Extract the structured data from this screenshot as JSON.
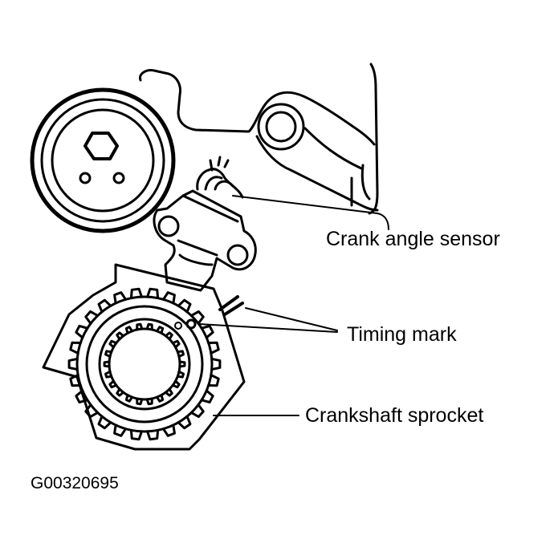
{
  "labels": {
    "crank_angle_sensor": "Crank angle sensor",
    "timing_mark": "Timing mark",
    "crankshaft_sprocket": "Crankshaft sprocket"
  },
  "figure_code": "G00320695",
  "colors": {
    "line": "#000000",
    "background": "#ffffff"
  }
}
